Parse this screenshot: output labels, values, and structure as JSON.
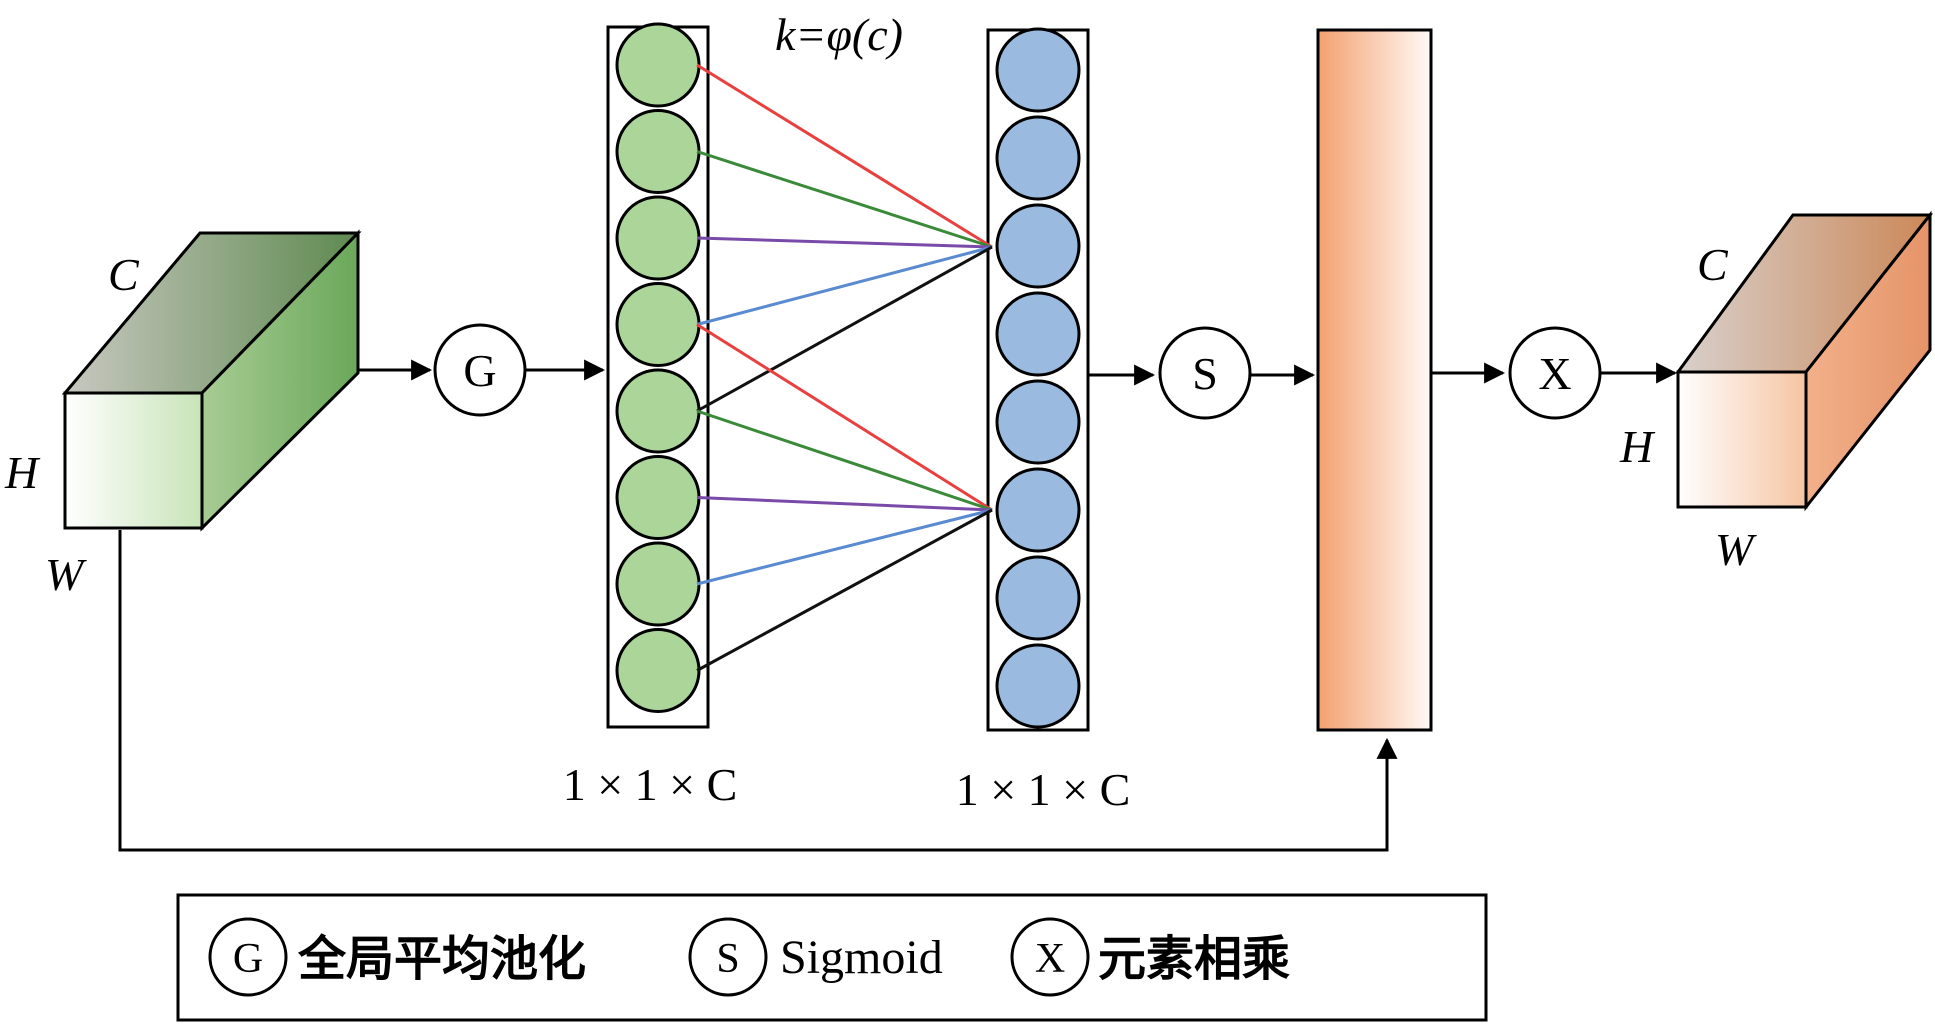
{
  "input_cube": {
    "label_c": "C",
    "label_h": "H",
    "label_w": "W"
  },
  "output_cube": {
    "label_c": "C",
    "label_h": "H",
    "label_w": "W"
  },
  "operators": {
    "gap": "G",
    "sigmoid": "S",
    "multiply": "X"
  },
  "kernel_label": "k=φ(c)",
  "left_column_label": "1 × 1 × C",
  "right_column_label": "1 × 1 × C",
  "legend": {
    "gap_symbol": "G",
    "gap_text": "全局平均池化",
    "sigmoid_symbol": "S",
    "sigmoid_text": "Sigmoid",
    "multiply_symbol": "X",
    "multiply_text": "元素相乘"
  },
  "colors": {
    "green_node": "#acd59a",
    "blue_node": "#9bbae0",
    "cube_green_dark": "#6fa860",
    "cube_orange_dark": "#cf8a5d",
    "weight_bar": "#f5a878",
    "line_red": "#e8403f",
    "line_green": "#3a8a3a",
    "line_purple": "#7a4aa8",
    "line_blue": "#5a8ad0",
    "line_black": "#111111"
  }
}
